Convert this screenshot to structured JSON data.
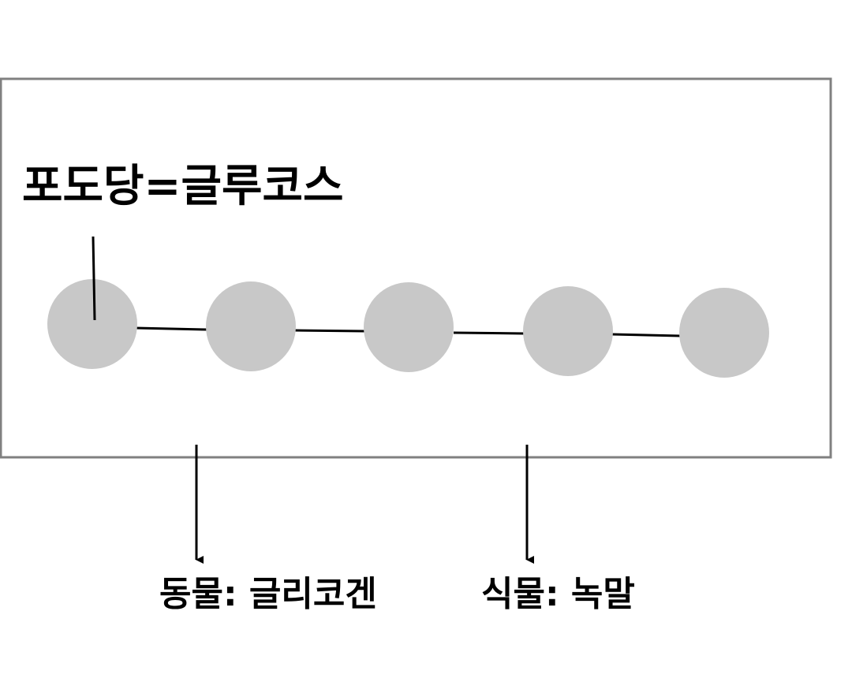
{
  "title": "포도당=글루코스",
  "chain": {
    "unit_count": 5,
    "unit_color": "#c8c8c8",
    "bond_color": "#000000"
  },
  "captions": {
    "animal": "동물: 글리코겐",
    "plant": "식물: 녹말"
  },
  "frame_color": "#808080"
}
